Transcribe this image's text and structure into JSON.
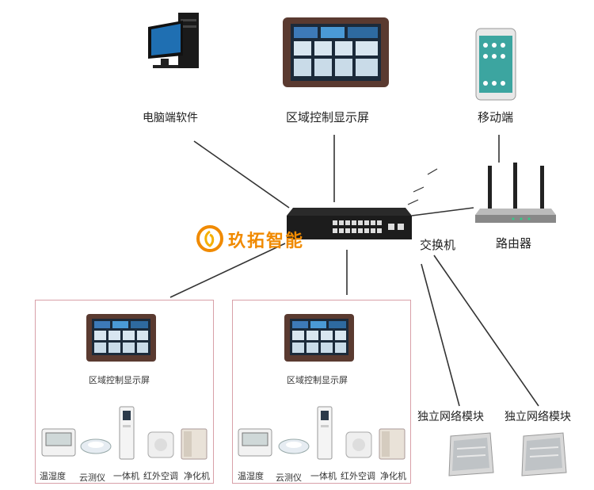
{
  "top_devices": {
    "pc_label": "电脑端软件",
    "panel_label": "区域控制显示屏",
    "mobile_label": "移动端"
  },
  "network": {
    "switch_label": "交换机",
    "router_label": "路由器"
  },
  "brand": {
    "name": "玖拓智能",
    "color": "#f08a00"
  },
  "zones": [
    {
      "panel_label": "区域控制显示屏",
      "devices": [
        "温湿度",
        "云测仪",
        "一体机",
        "红外空调",
        "净化机"
      ]
    },
    {
      "panel_label": "区域控制显示屏",
      "devices": [
        "温湿度",
        "云测仪",
        "一体机",
        "红外空调",
        "净化机"
      ]
    }
  ],
  "modules": [
    {
      "label": "独立网络模块"
    },
    {
      "label": "独立网络模块"
    }
  ]
}
